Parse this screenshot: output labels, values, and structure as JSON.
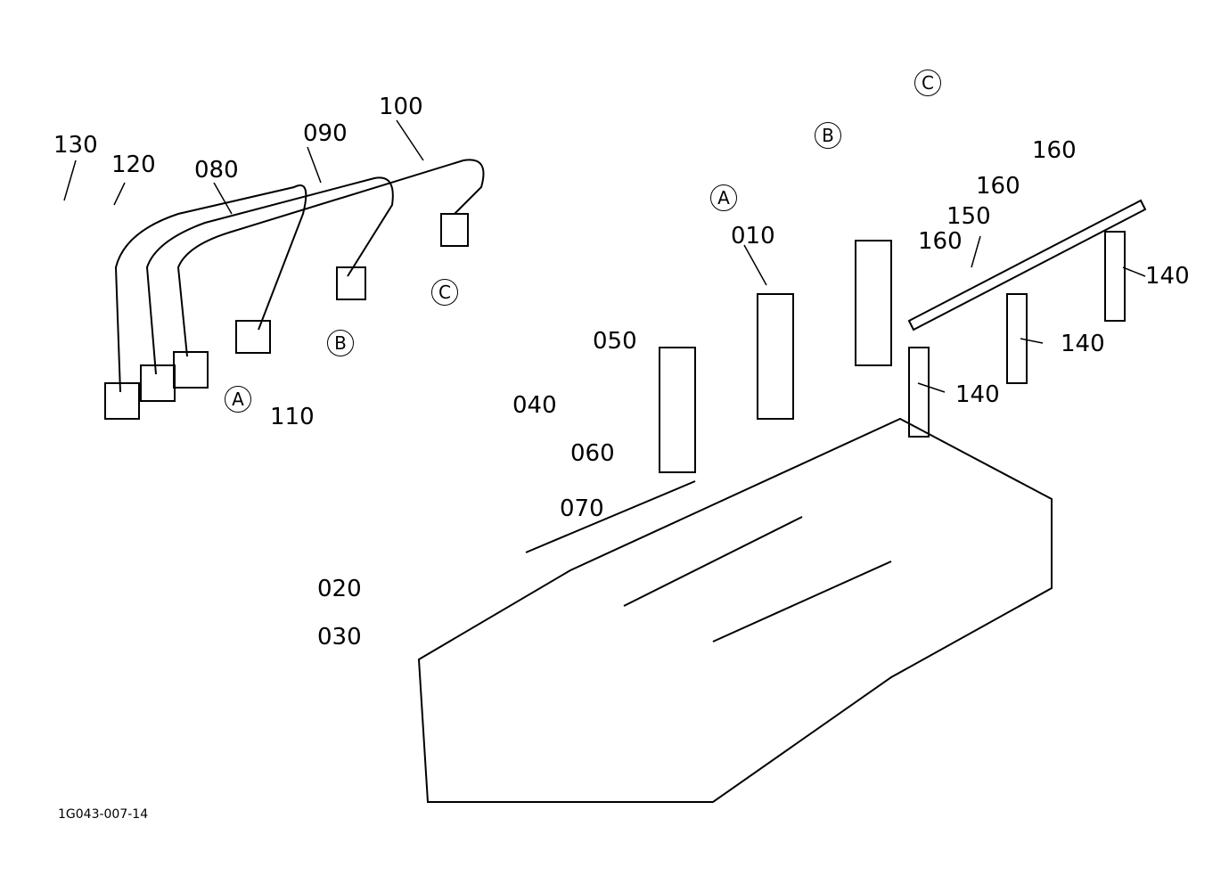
{
  "labels": {
    "p010": "010",
    "p020": "020",
    "p030": "030",
    "p040": "040",
    "p050": "050",
    "p060": "060",
    "p070": "070",
    "p080": "080",
    "p090": "090",
    "p100": "100",
    "p110": "110",
    "p120": "120",
    "p130": "130",
    "p140": "140",
    "p150": "150",
    "p160": "160"
  },
  "refs": {
    "a": "A",
    "b": "B",
    "c": "C"
  },
  "drawing_code": "1G043-007-14"
}
